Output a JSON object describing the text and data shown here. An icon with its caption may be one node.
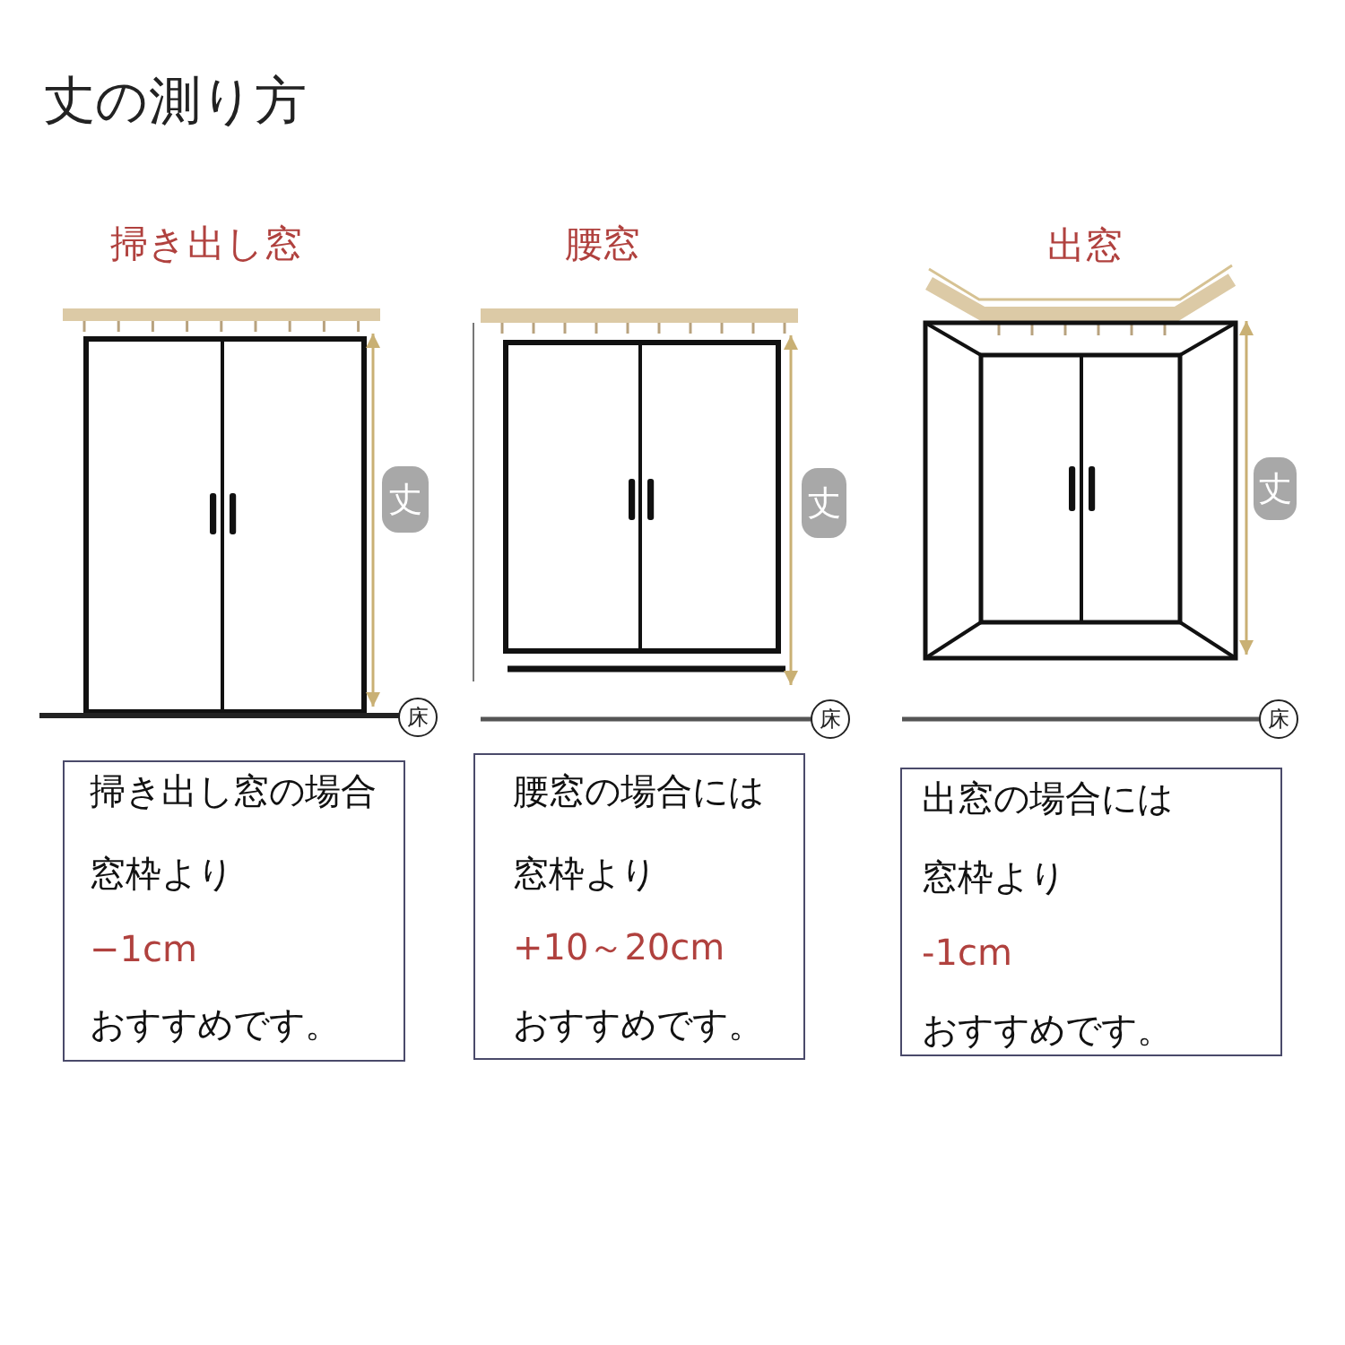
{
  "diagram": {
    "title": "丈の測り方",
    "nodes": [
      {
        "text": [
          "掃き出し窓の場合",
          "窓枠より",
          "−1cm",
          "おすすめです。"
        ]
      },
      {
        "text": [
          "腰窓の場合には",
          "窓枠より",
          "+10～20cm",
          "おすすめです。"
        ]
      },
      {
        "text": [
          "出窓の場合には",
          "窓枠より",
          "-1cm",
          "おすすめです。"
        ]
      }
    ],
    "labels": [
      "掃き出し窓",
      "腰窓",
      "出窓",
      "丈",
      "床",
      "丈",
      "床",
      "丈",
      "床"
    ]
  }
}
